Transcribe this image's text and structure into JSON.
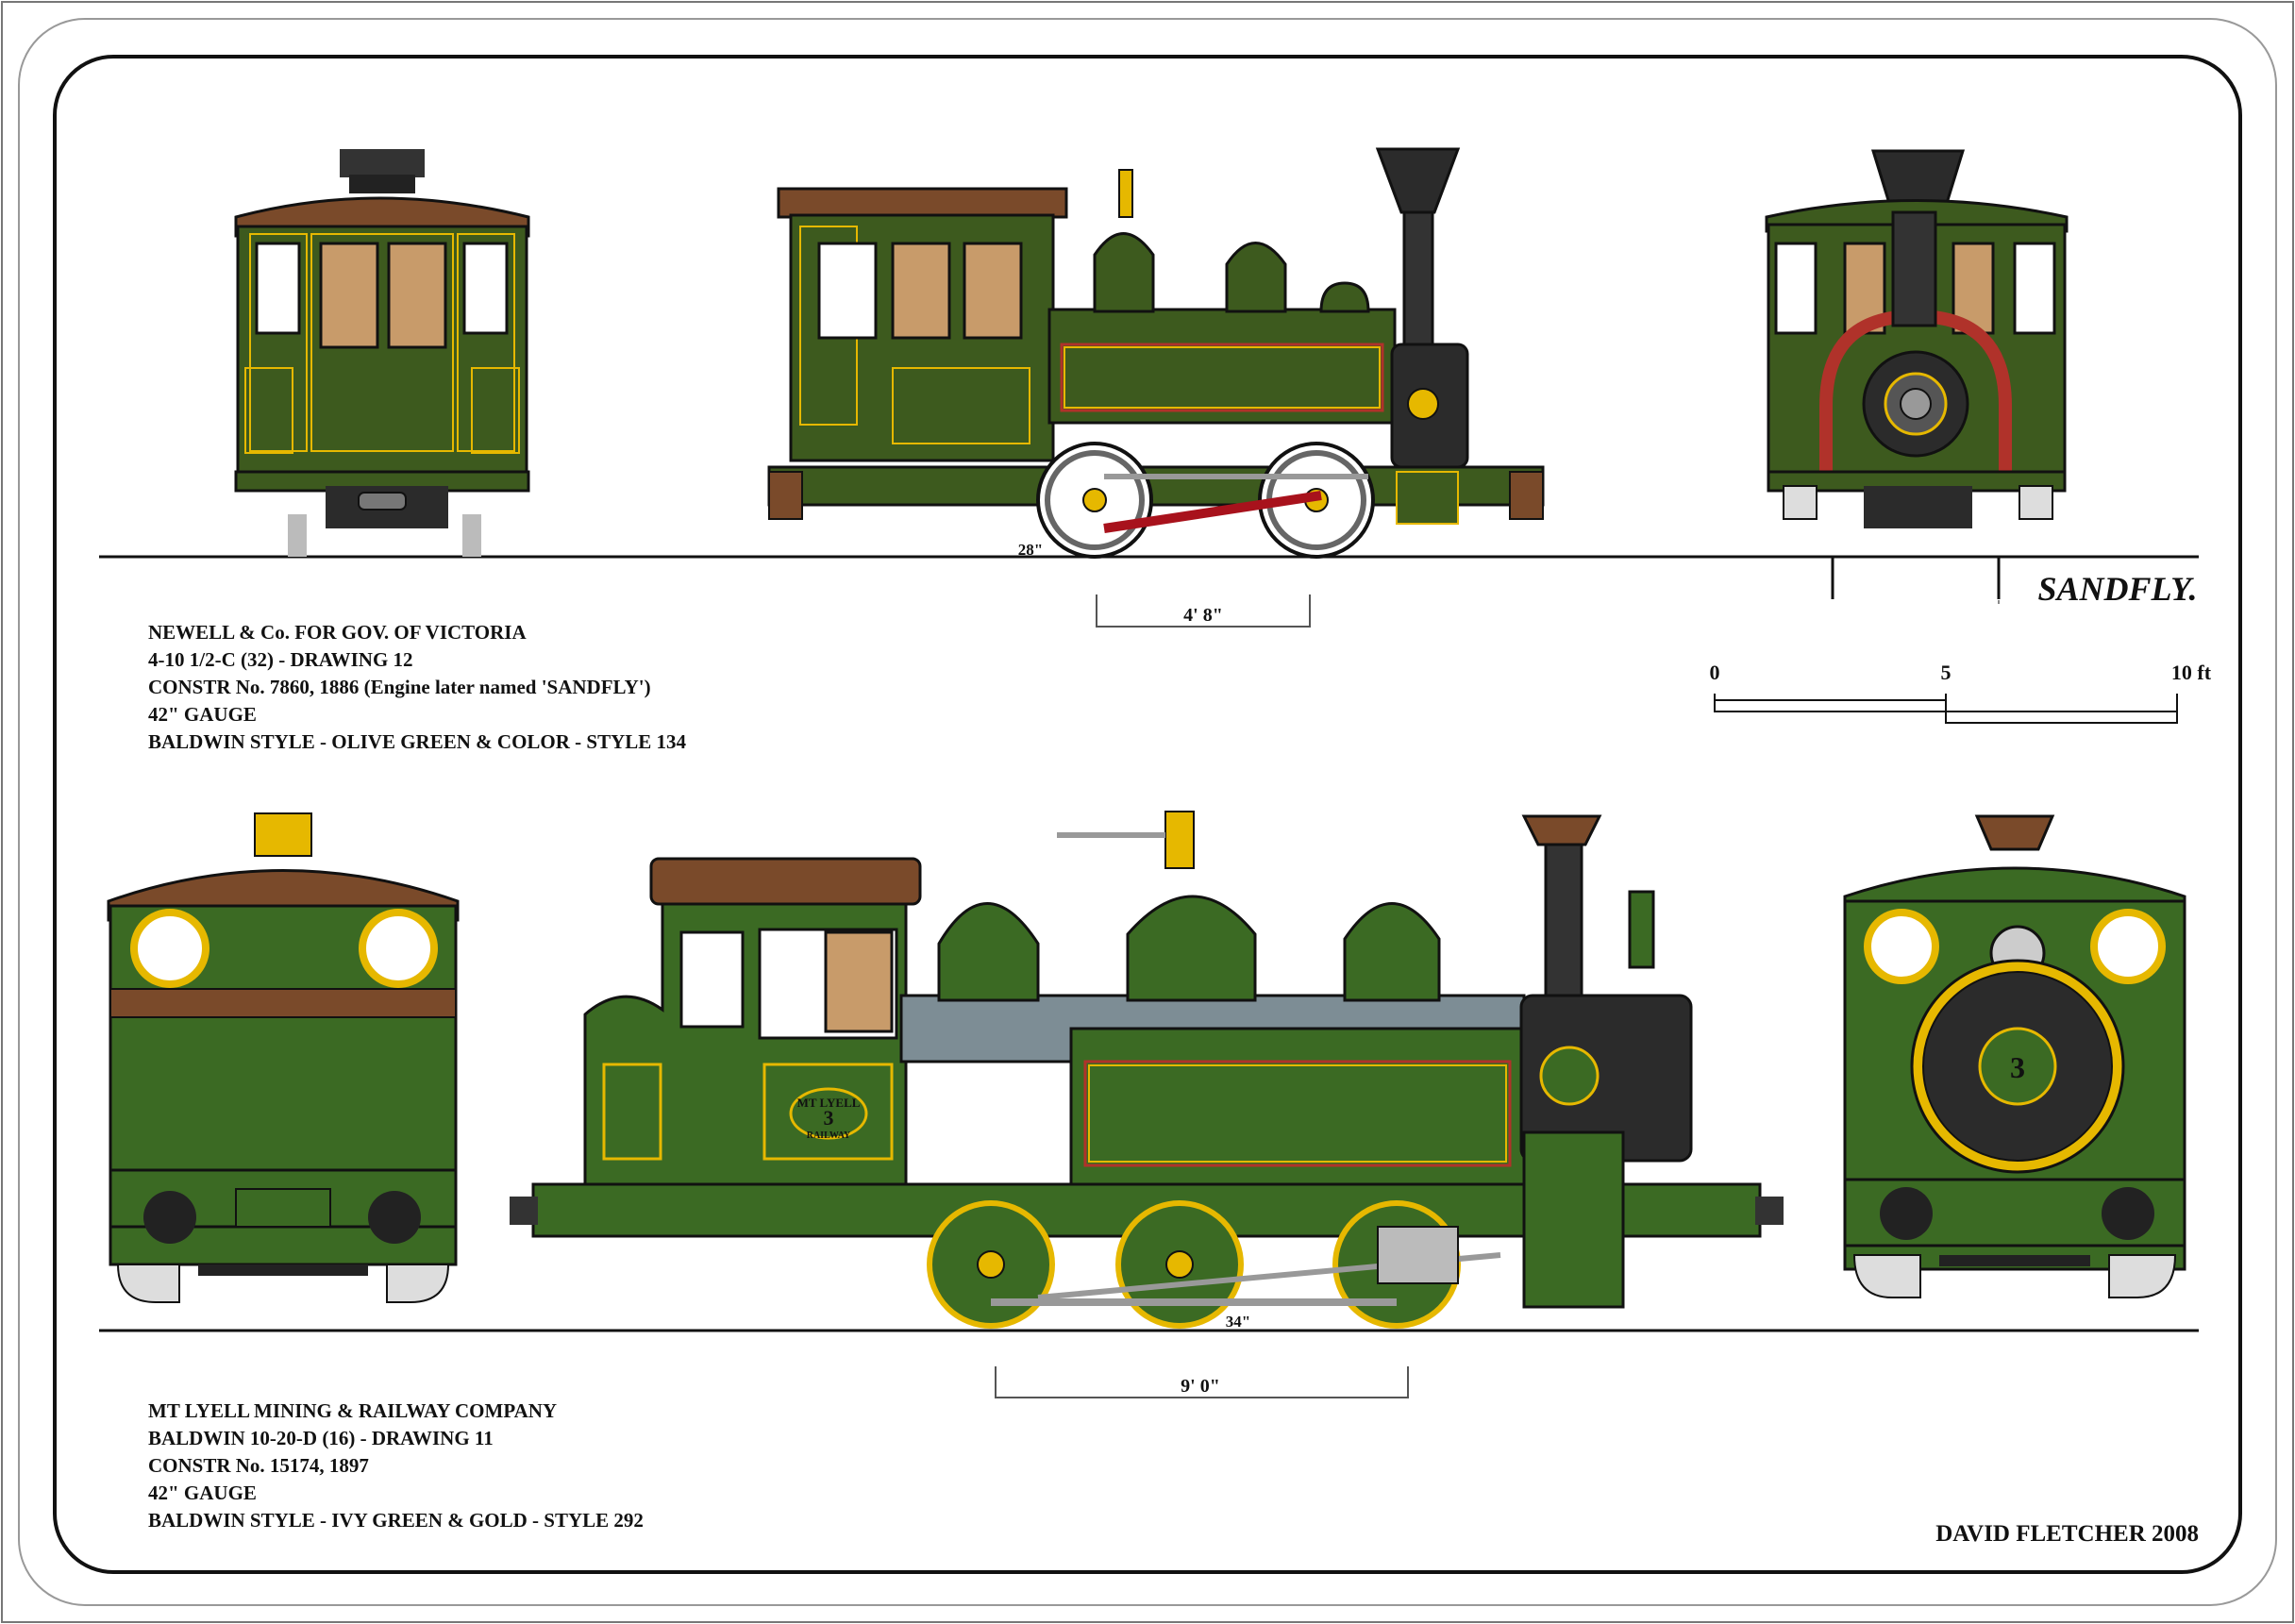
{
  "colors": {
    "olive_green": "#3d5a1e",
    "ivy_green": "#3b6a23",
    "lining_gold": "#e6b800",
    "lining_red": "#b0322a",
    "roof_brown": "#7a4a2a",
    "smokebox_black": "#2b2b2b",
    "boiler_grey": "#7d8d95",
    "window_tan": "#c89b6a",
    "rod_red": "#a8121c"
  },
  "sheet_title": "SANDFLY.",
  "top_locomotive": {
    "caption": [
      "NEWELL & Co. FOR GOV. OF VICTORIA",
      "4-10 1/2-C (32) - DRAWING 12",
      "CONSTR No.  7860, 1886  (Engine later named 'SANDFLY')",
      "42\" GAUGE",
      "BALDWIN STYLE - OLIVE GREEN & COLOR - STYLE 134"
    ],
    "wheel_dim": "28\"",
    "wheelbase_dim": "4' 8\""
  },
  "scale_bar": {
    "labels": [
      "0",
      "5",
      "10 ft"
    ]
  },
  "bottom_locomotive": {
    "caption": [
      "MT LYELL MINING & RAILWAY COMPANY",
      "BALDWIN 10-20-D (16) - DRAWING 11",
      "CONSTR No.  15174, 1897",
      "42\" GAUGE",
      "BALDWIN STYLE - IVY GREEN & GOLD - STYLE 292"
    ],
    "wheel_dim": "34\"",
    "wheelbase_dim": "9' 0\"",
    "number": "3",
    "tank_plate_top": "MT LYELL",
    "tank_plate_bottom": "RAILWAY"
  },
  "credit": "DAVID FLETCHER  2008"
}
